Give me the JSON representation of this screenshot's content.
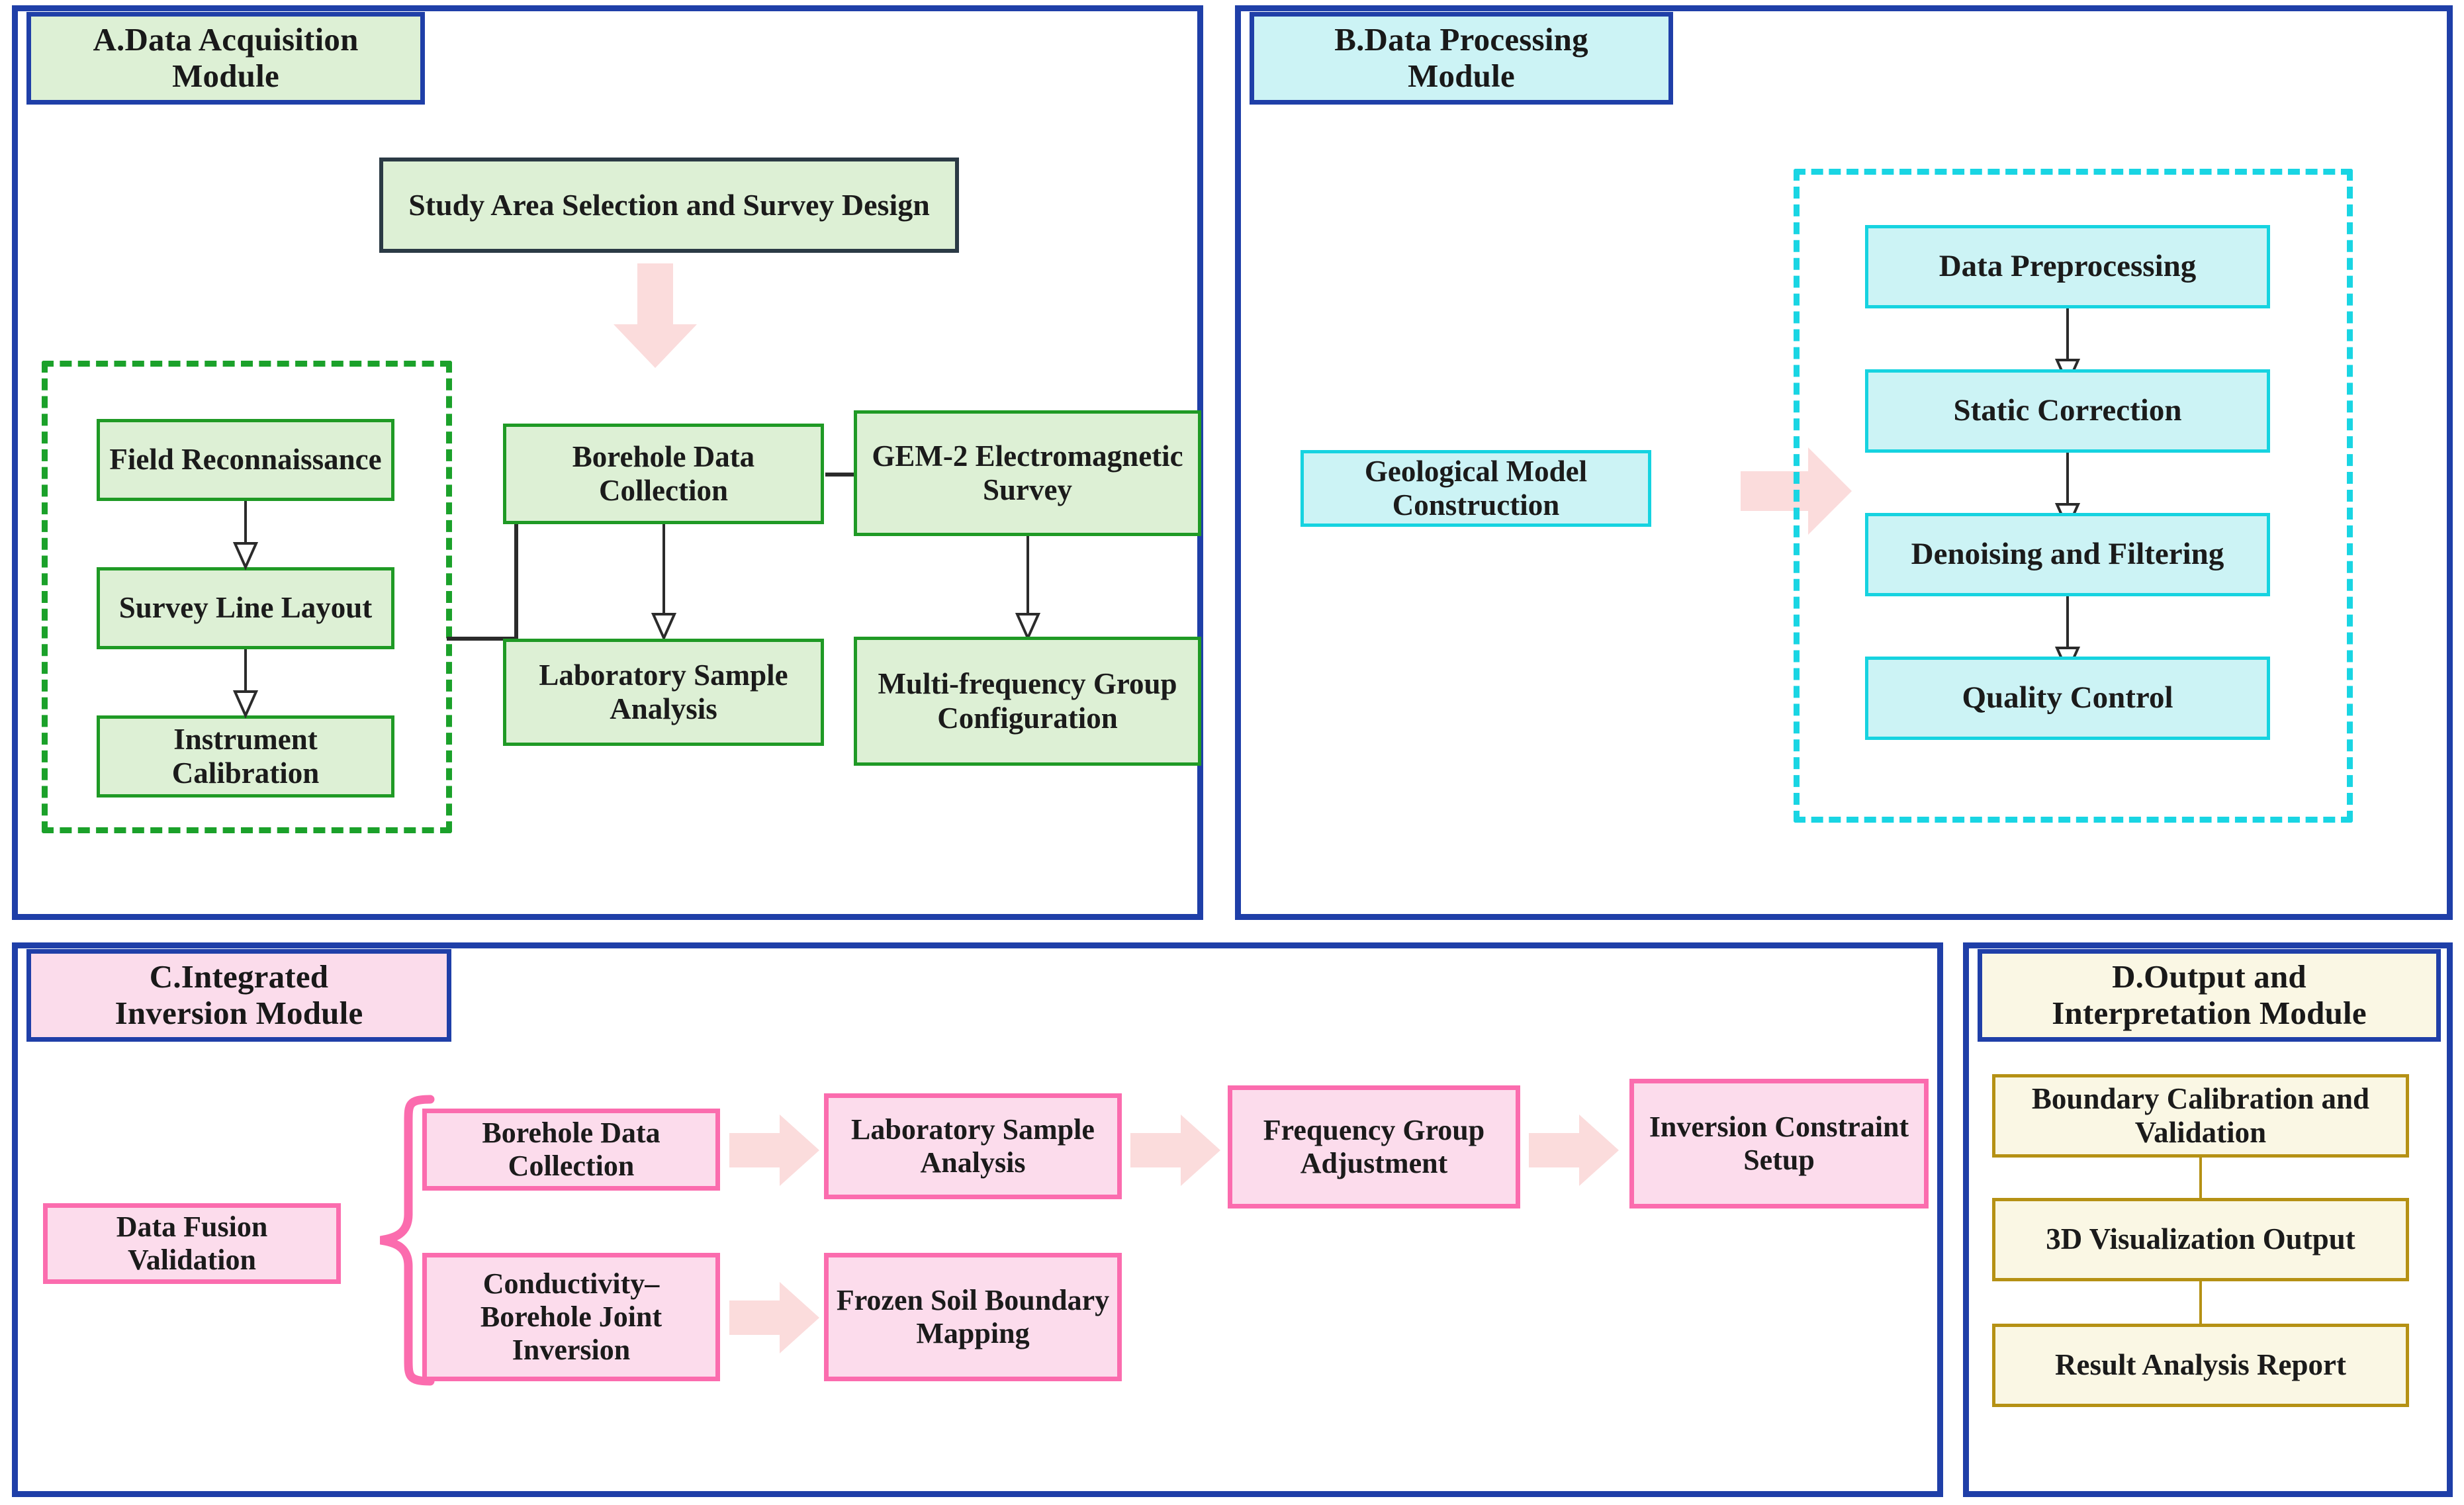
{
  "figure": {
    "type": "flowchart",
    "modules": [
      {
        "id": "A",
        "title": "A.Data Acquisition Module",
        "accent": "#1f9a25",
        "nodes": [
          "Study Area Selection and Survey Design",
          "Field Reconnaissance",
          "Survey Line Layout",
          "Instrument Calibration",
          "Borehole Data Collection",
          "GEM-2 Electromagnetic Survey",
          "Laboratory Sample Analysis",
          "Multi-frequency Group Configuration"
        ]
      },
      {
        "id": "B",
        "title": "B.Data Processing Module",
        "accent": "#16d3e0",
        "nodes": [
          "Geological Model Construction",
          "Data Preprocessing",
          "Static Correction",
          "Denoising and Filtering",
          "Quality Control"
        ]
      },
      {
        "id": "C",
        "title": "C.Integrated Inversion Module",
        "accent": "#fb6cae",
        "nodes": [
          "Data Fusion Validation",
          "Borehole Data Collection",
          "Laboratory Sample Analysis",
          "Frequency Group Adjustment",
          "Inversion Constraint Setup",
          "Conductivity–Borehole Joint Inversion",
          "Frozen Soil Boundary Mapping"
        ]
      },
      {
        "id": "D",
        "title": "D.Output and Interpretation Module",
        "accent": "#b59114",
        "nodes": [
          "Boundary Calibration and Validation",
          "3D Visualization Output",
          "Result Analysis Report"
        ]
      }
    ]
  },
  "moduleA": {
    "title": "A.Data Acquisition\nModule",
    "title_line1": "A.Data Acquisition",
    "title_line2": "Module",
    "study_area": "Study Area Selection and Survey Design",
    "field_recon": "Field Reconnaissance",
    "survey_line": "Survey Line Layout",
    "instrument_cal": "Instrument Calibration",
    "borehole": "Borehole Data Collection",
    "gem2": "GEM-2 Electromagnetic Survey",
    "lab_sample": "Laboratory Sample Analysis",
    "multifreq": "Multi-frequency Group Configuration"
  },
  "moduleB": {
    "title_line1": "B.Data Processing",
    "title_line2": "Module",
    "geo_model": "Geological Model Construction",
    "preprocessing": "Data Preprocessing",
    "static_corr": "Static Correction",
    "denoise": "Denoising and Filtering",
    "quality": "Quality Control"
  },
  "moduleC": {
    "title_line1": "C.Integrated",
    "title_line2": "Inversion Module",
    "fusion": "Data Fusion Validation",
    "borehole": "Borehole Data Collection",
    "lab_sample": "Laboratory Sample Analysis",
    "freq_group": "Frequency Group Adjustment",
    "inv_constraint": "Inversion Constraint Setup",
    "cond_joint": "Conductivity–Borehole Joint Inversion",
    "frozen_soil": "Frozen Soil Boundary Mapping"
  },
  "moduleD": {
    "title_line1": "D.Output and",
    "title_line2": "Interpretation Module",
    "boundary_cal": "Boundary Calibration and Validation",
    "viz3d": "3D Visualization Output",
    "report": "Result Analysis Report"
  },
  "colors": {
    "panel_border": "#1f3fa8",
    "green_fill": "#ddf0d5",
    "green_border": "#1f9a25",
    "cyan_fill": "#ccf3f5",
    "cyan_border": "#16d3e0",
    "pink_fill": "#fcdcec",
    "pink_border": "#fb6cae",
    "cream_fill": "#faf7e4",
    "gold_border": "#b59114",
    "block_arrow": "#fbdcdc",
    "connector": "#2b2b2b"
  }
}
